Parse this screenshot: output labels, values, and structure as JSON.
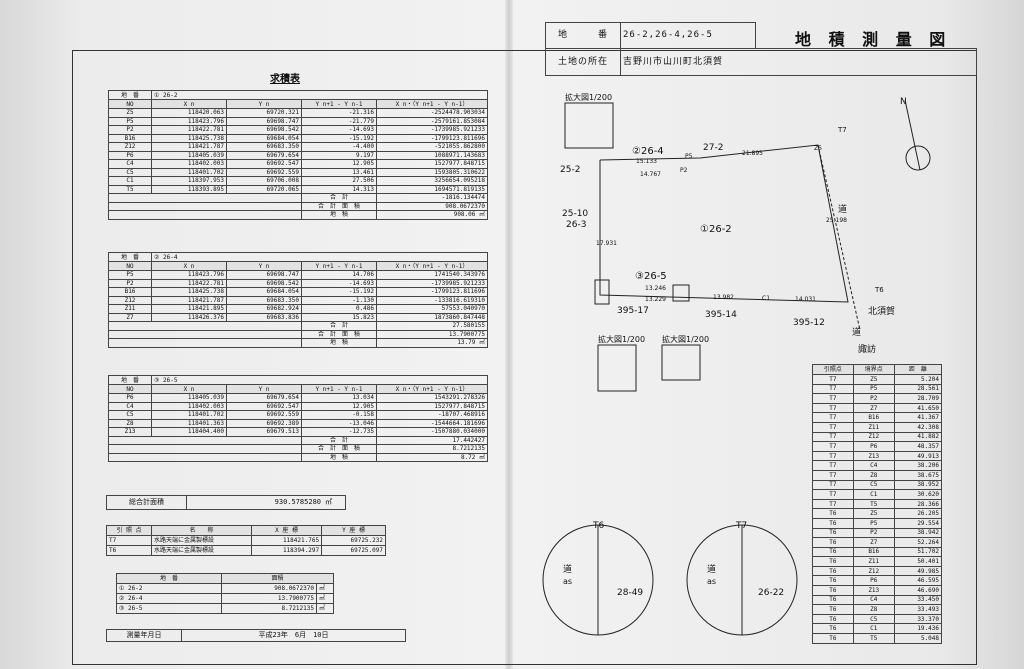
{
  "header": {
    "parcel_label": "地　　　番",
    "parcel_value": "26-2,26-4,26-5",
    "location_label": "土地の所在",
    "location_value": "吉野川市山川町北須賀",
    "title": "地 積 測 量 図"
  },
  "calc_title": "求積表",
  "col_headers": [
    "NO",
    "X n",
    "Y n",
    "Y n+1 - Y n-1",
    "X n・（Y n+1 - Y n-1）"
  ],
  "lot_label": "地　番",
  "sum_label": "合　計",
  "sum_area_label": "合　計　面　積",
  "area_label": "地　積",
  "lots": [
    {
      "name": "① 26-2",
      "rows": [
        [
          "Z5",
          "118420.063",
          "69720.321",
          "-21.316",
          "-2524478.903034"
        ],
        [
          "P5",
          "118423.796",
          "69698.747",
          "-21.779",
          "-2579161.853084"
        ],
        [
          "P2",
          "118422.781",
          "69698.542",
          "-14.693",
          "-1739985.921233"
        ],
        [
          "B16",
          "118425.738",
          "69684.054",
          "-15.192",
          "-1799123.811696"
        ],
        [
          "Z12",
          "118421.787",
          "69683.350",
          "-4.400",
          "-521055.862800"
        ],
        [
          "P6",
          "118405.039",
          "69679.654",
          "9.197",
          "1088971.143683"
        ],
        [
          "C4",
          "118402.003",
          "69692.547",
          "12.905",
          "1527977.848715"
        ],
        [
          "C5",
          "118401.702",
          "69692.559",
          "13.461",
          "1593805.310622"
        ],
        [
          "C1",
          "118397.953",
          "69706.008",
          "27.506",
          "3256654.095218"
        ],
        [
          "T5",
          "118393.895",
          "69720.065",
          "14.313",
          "1694571.819135"
        ]
      ],
      "sum": "-1816.134474",
      "sum_area": "908.0672370",
      "area": "908.06 ㎡"
    },
    {
      "name": "② 26-4",
      "rows": [
        [
          "P5",
          "118423.796",
          "69698.747",
          "14.706",
          "1741540.343976"
        ],
        [
          "P2",
          "118422.781",
          "69698.542",
          "-14.693",
          "-1739985.921233"
        ],
        [
          "B16",
          "118425.738",
          "69684.054",
          "-15.192",
          "-1799123.811696"
        ],
        [
          "Z12",
          "118421.787",
          "69683.350",
          "-1.130",
          "-133816.619310"
        ],
        [
          "Z11",
          "118421.895",
          "69682.924",
          "0.486",
          "57553.040970"
        ],
        [
          "Z7",
          "118426.376",
          "69683.836",
          "15.823",
          "1873860.847448"
        ]
      ],
      "sum": "27.580155",
      "sum_area": "13.7900775",
      "area": "13.79 ㎡"
    },
    {
      "name": "③ 26-5",
      "rows": [
        [
          "P6",
          "118405.039",
          "69679.654",
          "13.034",
          "1543291.278326"
        ],
        [
          "C4",
          "118402.003",
          "69692.547",
          "12.905",
          "1527977.848715"
        ],
        [
          "C5",
          "118401.702",
          "69692.559",
          "-0.158",
          "-18707.468916"
        ],
        [
          "Z8",
          "118401.363",
          "69692.389",
          "-13.046",
          "-1544664.181696"
        ],
        [
          "Z13",
          "118404.400",
          "69679.513",
          "-12.735",
          "-1507880.034000"
        ]
      ],
      "sum": "17.442427",
      "sum_area": "8.7212135",
      "area": "8.72 ㎡"
    }
  ],
  "total": {
    "label": "総合計面積",
    "value": "930.5785280",
    "unit": "㎡"
  },
  "ref_table": {
    "headers": [
      "引 照 点",
      "名　　称",
      "X 座 標",
      "Y 座 標"
    ],
    "rows": [
      [
        "T7",
        "水路天端に金属製標設",
        "118421.765",
        "69725.232"
      ],
      [
        "T6",
        "水路天端に金属製標設",
        "118394.297",
        "69725.097"
      ]
    ]
  },
  "area_summary": {
    "headers": [
      "地　番",
      "面積"
    ],
    "rows": [
      [
        "① 26-2",
        "908.0672370",
        "㎡"
      ],
      [
        "② 26-4",
        "13.7900775",
        "㎡"
      ],
      [
        "③ 26-5",
        "8.7212135",
        "㎡"
      ]
    ]
  },
  "survey_date": {
    "label": "測量年月日",
    "value": "平成23年　6月　10日"
  },
  "dist_table": {
    "headers": [
      "引照点",
      "境界点",
      "距　離"
    ],
    "rows": [
      [
        "T7",
        "Z5",
        "5.204"
      ],
      [
        "T7",
        "P5",
        "28.561"
      ],
      [
        "T7",
        "P2",
        "28.709"
      ],
      [
        "T7",
        "Z7",
        "41.650"
      ],
      [
        "T7",
        "B16",
        "41.367"
      ],
      [
        "T7",
        "Z11",
        "42.308"
      ],
      [
        "T7",
        "Z12",
        "41.882"
      ],
      [
        "T7",
        "P6",
        "48.357"
      ],
      [
        "T7",
        "Z13",
        "49.913"
      ],
      [
        "T7",
        "C4",
        "38.206"
      ],
      [
        "T7",
        "Z8",
        "38.675"
      ],
      [
        "T7",
        "C5",
        "38.952"
      ],
      [
        "T7",
        "C1",
        "30.620"
      ],
      [
        "T7",
        "T5",
        "28.366"
      ],
      [
        "T6",
        "Z5",
        "26.205"
      ],
      [
        "T6",
        "P5",
        "29.554"
      ],
      [
        "T6",
        "P2",
        "38.942"
      ],
      [
        "T6",
        "Z7",
        "52.264"
      ],
      [
        "T6",
        "B16",
        "51.702"
      ],
      [
        "T6",
        "Z11",
        "50.401"
      ],
      [
        "T6",
        "Z12",
        "49.985"
      ],
      [
        "T6",
        "P6",
        "46.595"
      ],
      [
        "T6",
        "Z13",
        "46.690"
      ],
      [
        "T6",
        "C4",
        "33.450"
      ],
      [
        "T6",
        "Z8",
        "33.493"
      ],
      [
        "T6",
        "C5",
        "33.370"
      ],
      [
        "T6",
        "C1",
        "19.436"
      ],
      [
        "T6",
        "T5",
        "5.048"
      ]
    ]
  },
  "plan": {
    "inset_top": "拡大図1/200",
    "inset_bl": "拡大図1/200",
    "inset_br": "拡大図1/200",
    "lot1": "①26-2",
    "lot2": "②26-4",
    "lot3": "③26-5",
    "labels": [
      "27-2",
      "25-2",
      "25-10",
      "26-3",
      "395-17",
      "395-14",
      "395-12",
      "T7",
      "T6",
      "Z5",
      "P5",
      "P2",
      "C1",
      "道",
      "北須賀",
      "道",
      "諏訪"
    ],
    "dims": [
      "15.133",
      "14.767",
      "21.895",
      "13.246",
      "13.229",
      "13.982",
      "14.031",
      "25.198",
      "17.931"
    ],
    "north": "N",
    "circle1": {
      "road": "道",
      "as": "as",
      "pt": "T6",
      "lot": "28-49"
    },
    "circle2": {
      "road": "道",
      "as": "as",
      "pt": "T7",
      "lot": "26-22"
    }
  }
}
